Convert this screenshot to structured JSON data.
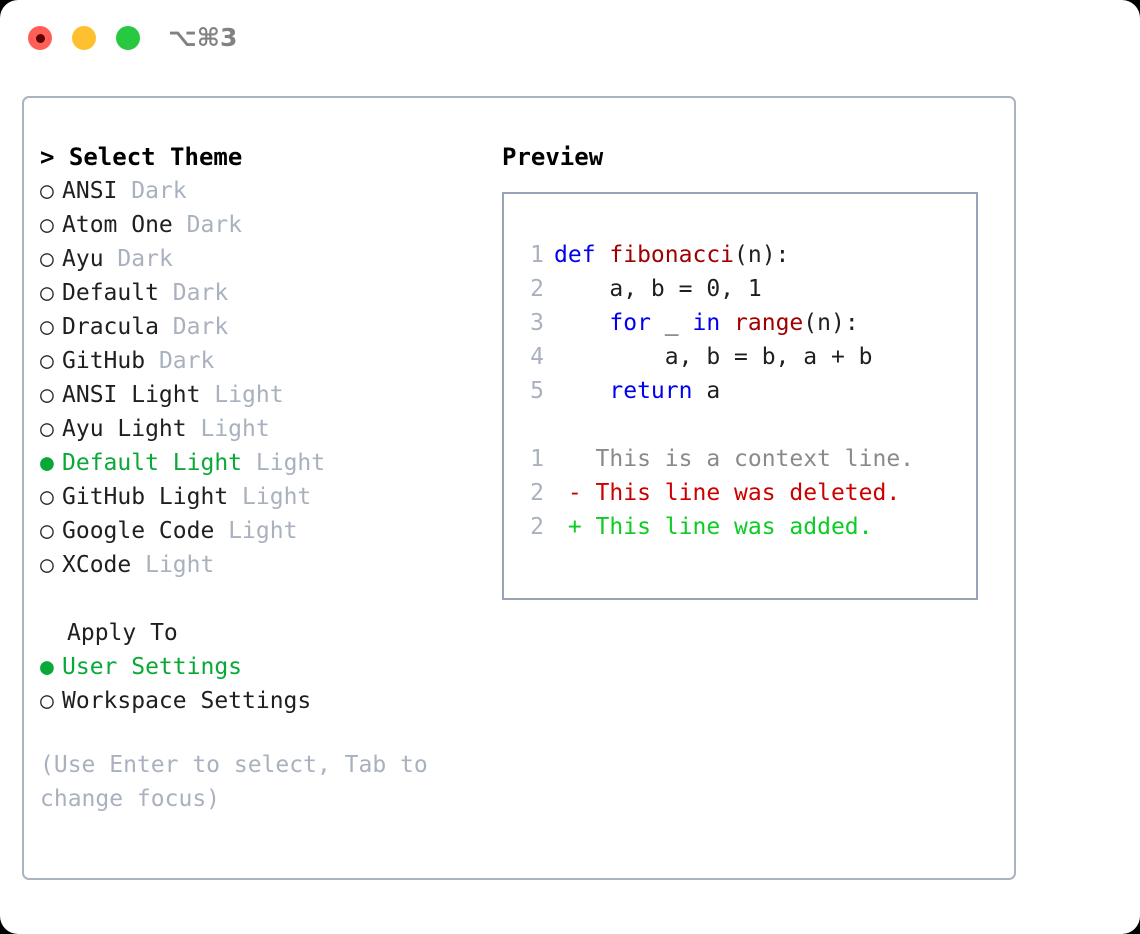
{
  "titlebar": {
    "shortcut": "⌥⌘3",
    "lights": [
      "close",
      "minimize",
      "maximize"
    ]
  },
  "left": {
    "header": "> Select Theme",
    "themes": [
      {
        "bullet": "○",
        "name": "ANSI",
        "category": "Dark",
        "selected": false
      },
      {
        "bullet": "○",
        "name": "Atom One",
        "category": "Dark",
        "selected": false
      },
      {
        "bullet": "○",
        "name": "Ayu",
        "category": "Dark",
        "selected": false
      },
      {
        "bullet": "○",
        "name": "Default",
        "category": "Dark",
        "selected": false
      },
      {
        "bullet": "○",
        "name": "Dracula",
        "category": "Dark",
        "selected": false
      },
      {
        "bullet": "○",
        "name": "GitHub",
        "category": "Dark",
        "selected": false
      },
      {
        "bullet": "○",
        "name": "ANSI Light",
        "category": "Light",
        "selected": false
      },
      {
        "bullet": "○",
        "name": "Ayu Light",
        "category": "Light",
        "selected": false
      },
      {
        "bullet": "●",
        "name": "Default Light",
        "category": "Light",
        "selected": true
      },
      {
        "bullet": "○",
        "name": "GitHub Light",
        "category": "Light",
        "selected": false
      },
      {
        "bullet": "○",
        "name": "Google Code",
        "category": "Light",
        "selected": false
      },
      {
        "bullet": "○",
        "name": "XCode",
        "category": "Light",
        "selected": false
      }
    ],
    "apply_to": {
      "title": "Apply To",
      "options": [
        {
          "bullet": "●",
          "label": "User Settings",
          "selected": true
        },
        {
          "bullet": "○",
          "label": "Workspace Settings",
          "selected": false
        }
      ]
    },
    "hint": "(Use Enter to select, Tab to change focus)"
  },
  "right": {
    "header": "Preview",
    "code": [
      {
        "ln": "1",
        "segments": [
          {
            "text": "def ",
            "style": "kw"
          },
          {
            "text": "fibonacci",
            "style": "fn"
          },
          {
            "text": "(n):",
            "style": "pl"
          }
        ]
      },
      {
        "ln": "2",
        "segments": [
          {
            "text": "    a, b = 0, 1",
            "style": "pl"
          }
        ]
      },
      {
        "ln": "3",
        "segments": [
          {
            "text": "    ",
            "style": "pl"
          },
          {
            "text": "for",
            "style": "kw"
          },
          {
            "text": " _ ",
            "style": "pl"
          },
          {
            "text": "in",
            "style": "kw"
          },
          {
            "text": " ",
            "style": "pl"
          },
          {
            "text": "range",
            "style": "fn"
          },
          {
            "text": "(n):",
            "style": "pl"
          }
        ]
      },
      {
        "ln": "4",
        "segments": [
          {
            "text": "        a, b = b, a + b",
            "style": "pl"
          }
        ]
      },
      {
        "ln": "5",
        "segments": [
          {
            "text": "    ",
            "style": "pl"
          },
          {
            "text": "return",
            "style": "kw"
          },
          {
            "text": " a",
            "style": "pl"
          }
        ]
      }
    ],
    "diff": [
      {
        "ln": "1",
        "marker": " ",
        "text": "This is a context line.",
        "kind": "context"
      },
      {
        "ln": "2",
        "marker": "-",
        "text": "This line was deleted.",
        "kind": "deleted"
      },
      {
        "ln": "2",
        "marker": "+",
        "text": "This line was added.",
        "kind": "added"
      }
    ]
  },
  "colors": {
    "accent_green": "#0aa838",
    "muted": "#a9b1bf",
    "keyword_blue": "#0000ee",
    "function_red": "#a00000",
    "diff_deleted": "#cc0000",
    "diff_added": "#0ccc24",
    "panel_border": "#aab3c1",
    "preview_border": "#97a3b6"
  }
}
